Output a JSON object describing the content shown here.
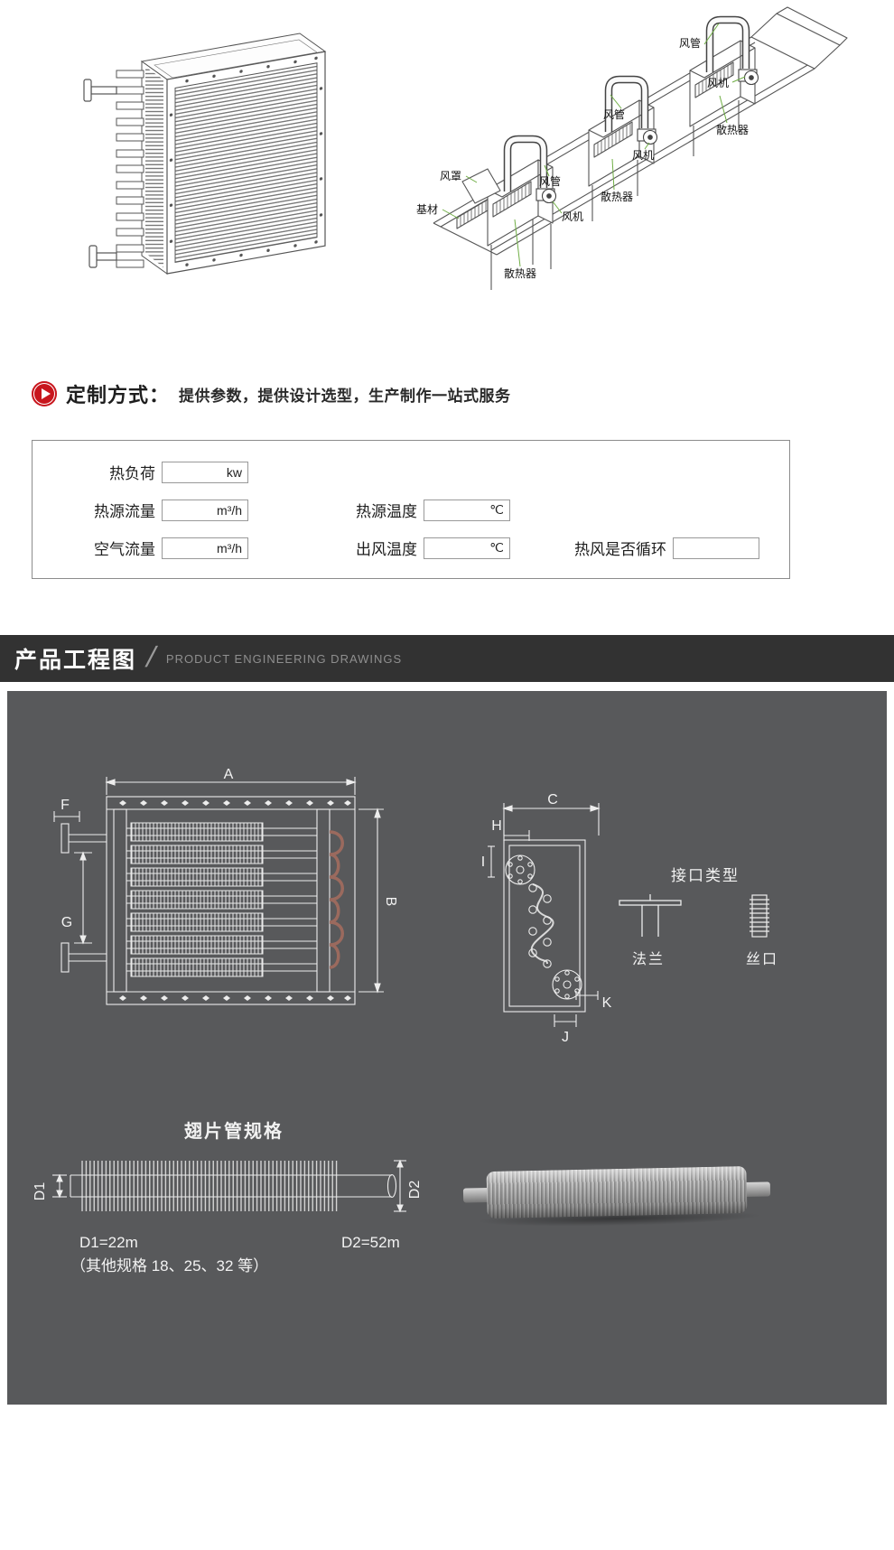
{
  "top": {
    "labels": [
      "风管",
      "风机",
      "散热器",
      "风管",
      "风机",
      "散热器",
      "风罩",
      "风管",
      "基材",
      "风机",
      "散热器"
    ]
  },
  "custom": {
    "title": "定制方式：",
    "subtitle": "提供参数，提供设计选型，生产制作一站式服务",
    "form": {
      "heat_load_label": "热负荷",
      "heat_load_unit": "kw",
      "source_flow_label": "热源流量",
      "source_flow_unit": "m³/h",
      "source_temp_label": "热源温度",
      "source_temp_unit": "℃",
      "air_flow_label": "空气流量",
      "air_flow_unit": "m³/h",
      "out_temp_label": "出风温度",
      "out_temp_unit": "℃",
      "recirc_label": "热风是否循环"
    }
  },
  "header": {
    "title_cn": "产品工程图",
    "separator": "/",
    "title_en": "PRODUCT ENGINEERING DRAWINGS"
  },
  "eng": {
    "dims": {
      "a": "A",
      "b": "B",
      "c": "C",
      "f": "F",
      "g": "G",
      "h": "H",
      "i": "I",
      "j": "J",
      "k": "K"
    },
    "interface": {
      "title": "接口类型",
      "flange": "法兰",
      "threaded": "丝口"
    },
    "fin": {
      "title": "翅片管规格",
      "d1": "D1",
      "d2": "D2",
      "d1_value": "D1=22m",
      "d2_value": "D2=52m",
      "note": "（其他规格 18、25、32 等）"
    }
  },
  "colors": {
    "accent_red": "#c8161d",
    "header_bar": "#323232",
    "panel_gray": "#58595b",
    "leader_green": "#6fae44",
    "coil_brown": "#9b6a5e"
  }
}
